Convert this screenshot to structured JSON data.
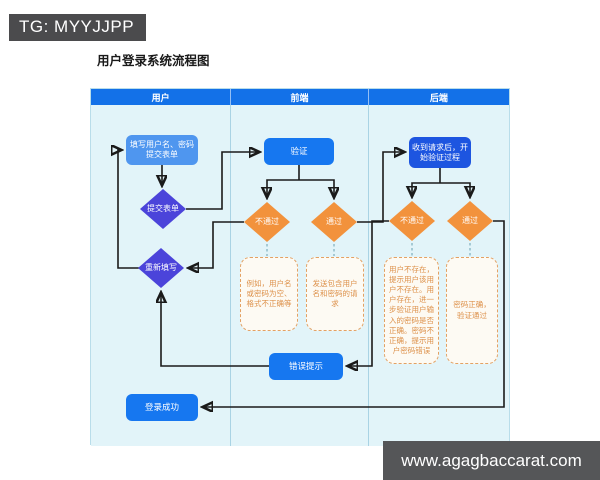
{
  "watermarks": {
    "top": "TG: MYYJJPP",
    "bottom": "www.agagbaccarat.com"
  },
  "title": "用户登录系统流程图",
  "lanes": [
    {
      "label": "用户"
    },
    {
      "label": "前端"
    },
    {
      "label": "后端"
    }
  ],
  "nodes": {
    "fill_form": "填写用户名、密码\n提交表单",
    "submit_form": "提交表单",
    "refill": "重新填写",
    "verify": "验证",
    "fe_fail": "不通过",
    "fe_pass": "通过",
    "fe_fail_note": "例如，用户名或密码为空、格式不正确等",
    "fe_pass_note": "发送包含用户名和密码的请求",
    "receive": "收到请求后，开始验证过程",
    "be_fail": "不通过",
    "be_pass": "通过",
    "be_fail_note": "用户不存在，提示用户该用户不存在。用户存在，进一步验证用户输入的密码是否正确。密码不正确，提示用户密码错误",
    "be_pass_note": "密码正确，验证通过",
    "error_tip": "错误提示",
    "success": "登录成功"
  },
  "colors": {
    "lane_header": "#1371e8",
    "lane_fill": "#e2f4f9",
    "process_blue": "#1677f0",
    "process_blue_light": "#4f96ef",
    "process_blue_dark": "#1d55e0",
    "decision_indigo": "#4b44da",
    "decision_orange": "#f2923c",
    "note_border": "#e3a163",
    "note_text": "#dd9049",
    "connector": "#1a1a1a",
    "watermark_bg": "#515254"
  }
}
